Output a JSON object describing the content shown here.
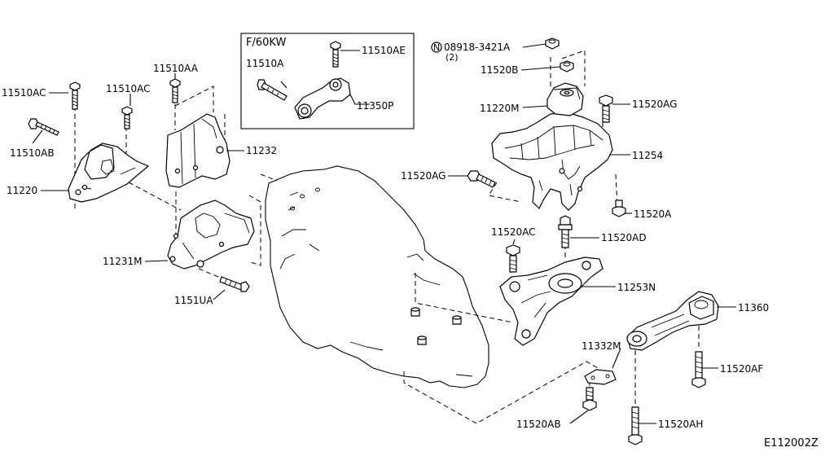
{
  "labels": {
    "p11510AC_left": "11510AC",
    "p11510AC_mid": "11510AC",
    "p11510AA": "11510AA",
    "p11510AB": "11510AB",
    "p11220": "11220",
    "p11232": "11232",
    "p11231M": "11231M",
    "p1151UA": "1151UA",
    "inset_title": "F/60KW",
    "p11510A": "11510A",
    "p11510AE": "11510AE",
    "p11350P": "11350P",
    "p08918": "08918-3421A",
    "p08918_qty": "(2)",
    "p08918_prefix": "N",
    "p11520B": "11520B",
    "p11220M": "11220M",
    "p11520AG_top": "11520AG",
    "p11254": "11254",
    "p11520AG_left": "11520AG",
    "p11520A": "11520A",
    "p11520AC": "11520AC",
    "p11520AD": "11520AD",
    "p11253N": "11253N",
    "p11360": "11360",
    "p11332M": "11332M",
    "p11520AF": "11520AF",
    "p11520AB": "11520AB",
    "p11520AH": "11520AH",
    "diagram_code": "E112002Z"
  }
}
